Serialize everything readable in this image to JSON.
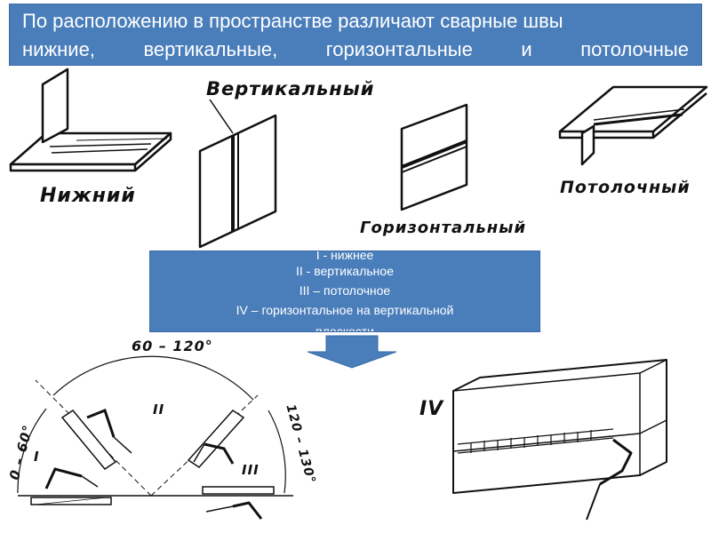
{
  "title": {
    "line1": "По расположению в пространстве различают сварные швы",
    "line2": [
      "нижние,",
      "вертикальные,",
      "горизонтальные",
      "и",
      "потолочные"
    ]
  },
  "figures": {
    "bottom_label": "Нижний",
    "vertical_label": "Вертикальный",
    "horizontal_label": "Горизонтальный",
    "ceiling_label": "Потолочный"
  },
  "info": {
    "lines": [
      "I - нижнее",
      "II - вертикальное",
      "III – потолочное",
      "IV – горизонтальное на вертикальной",
      "плоскости"
    ]
  },
  "diagram": {
    "angle_top": "60 – 120°",
    "angle_left": "0 – 60°",
    "angle_right": "120 – 130°",
    "zones": [
      "I",
      "II",
      "III"
    ],
    "position_iv": "IV"
  },
  "colors": {
    "accent": "#4a7ebb",
    "arrow": "#4a7ebb"
  }
}
